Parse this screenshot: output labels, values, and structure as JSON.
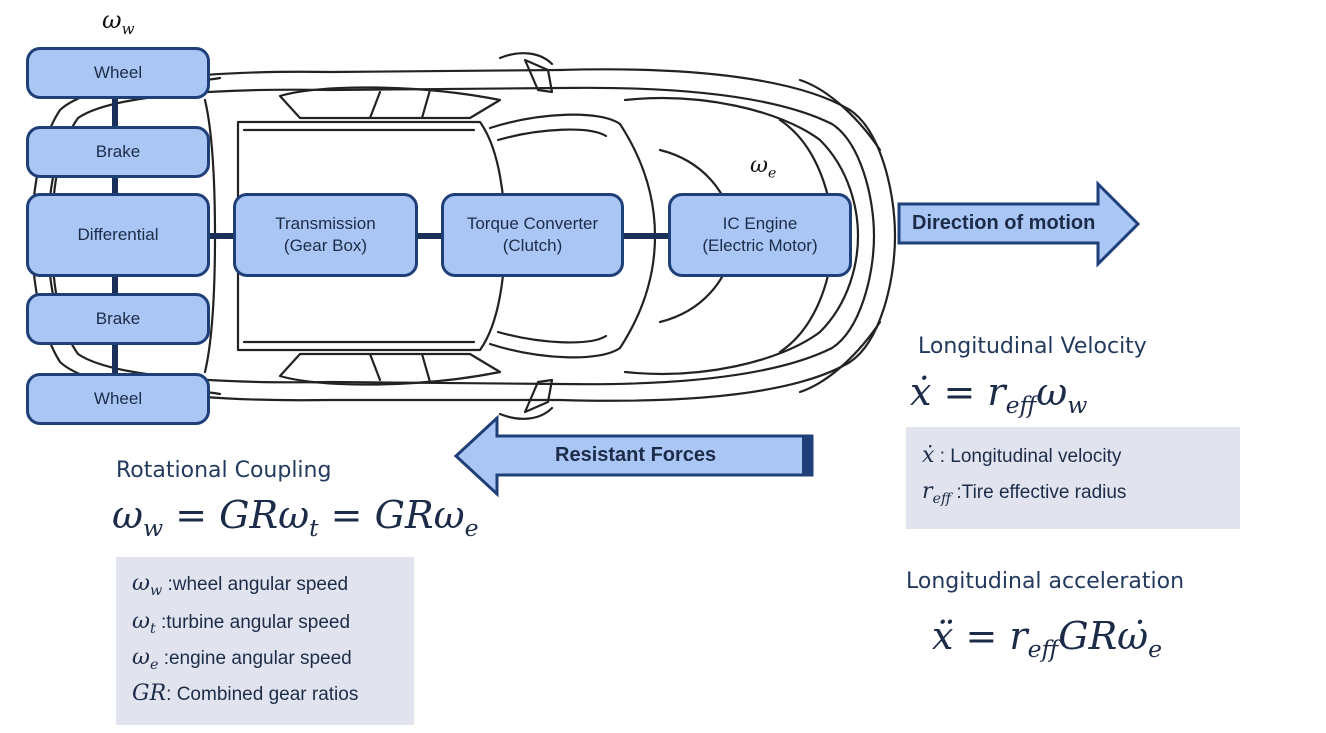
{
  "symbols": {
    "omega_w": {
      "base": "ω",
      "sub": "w"
    },
    "omega_e": {
      "base": "ω",
      "sub": "e"
    }
  },
  "components": {
    "wheel_top": "Wheel",
    "brake_top": "Brake",
    "differential": "Differential",
    "brake_bottom": "Brake",
    "wheel_bottom": "Wheel",
    "transmission": "Transmission\n(Gear Box)",
    "torque_converter": "Torque Converter\n(Clutch)",
    "engine": "IC Engine\n(Electric Motor)"
  },
  "arrows": {
    "direction": "Direction of motion",
    "resistant": "Resistant Forces"
  },
  "rotational": {
    "title": "Rotational Coupling",
    "formula": "ω_w = GRω_t = GRω_e",
    "legend": [
      {
        "sym": "ω",
        "sub": "w",
        "text": " :wheel angular speed"
      },
      {
        "sym": "ω",
        "sub": "t",
        "text": " :turbine angular speed"
      },
      {
        "sym": "ω",
        "sub": "e",
        "text": " :engine angular speed"
      },
      {
        "sym": "GR",
        "sub": "",
        "text": ": Combined gear ratios"
      }
    ]
  },
  "velocity": {
    "title": "Longitudinal Velocity",
    "formula": "ẋ = r_eff ω_w",
    "legend": [
      {
        "sym": "ẋ",
        "sub": "",
        "text": " : Longitudinal velocity"
      },
      {
        "sym": "r",
        "sub": "eff",
        "text": " :Tire effective radius"
      }
    ]
  },
  "acceleration": {
    "title": "Longitudinal acceleration",
    "formula": "ẍ = r_eff GR ω̇_e"
  },
  "colors": {
    "box_fill": "#a9c6f5",
    "box_border": "#1f3f78",
    "connector": "#1a2f5a",
    "panel": "#e1e4ef",
    "text": "#1c2c48"
  }
}
